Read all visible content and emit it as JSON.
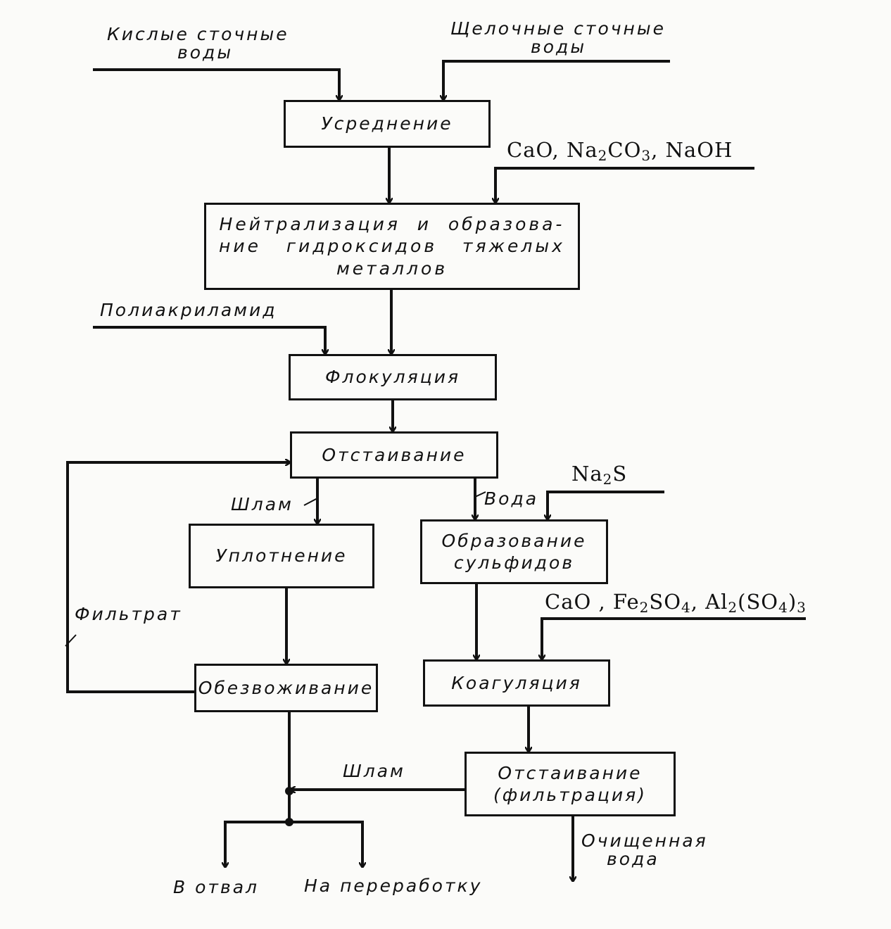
{
  "inputs": {
    "acid_water": [
      "Кислые   сточные",
      "воды"
    ],
    "alkali_water": [
      "Щелочные   сточные",
      "воды"
    ],
    "reagents_1": [
      "CaO, Na",
      "2",
      "CO",
      "3",
      ", NaOH"
    ],
    "polyacrylamide": "Полиакриламид",
    "na2s": [
      "Na",
      "2",
      "S"
    ],
    "reagents_2": [
      "CaO , Fe",
      "2",
      "SO",
      "4",
      ", Al",
      "2",
      "(SO",
      "4",
      ")",
      "3"
    ]
  },
  "boxes": {
    "averaging": "Усреднение",
    "neutralization": [
      "Нейтрализация  и  образова-",
      "ние   гидроксидов   тяжелых",
      "металлов"
    ],
    "flocculation": "Флокуляция",
    "settling_1": "Отстаивание",
    "thickening": "Уплотнение",
    "dewatering": "Обезвоживание",
    "sulfide_formation": [
      "Образование",
      "сульфидов"
    ],
    "coagulation": "Коагуляция",
    "settling_2": [
      "Отстаивание",
      "(фильтрация)"
    ]
  },
  "labels": {
    "sludge_1": "Шлам",
    "water": "Вода",
    "filtrate": "Фильтрат",
    "sludge_2": "Шлам",
    "purified_water": [
      "Очищенная",
      "вода"
    ],
    "to_dump": "В отвал",
    "to_processing": "На переработку"
  }
}
